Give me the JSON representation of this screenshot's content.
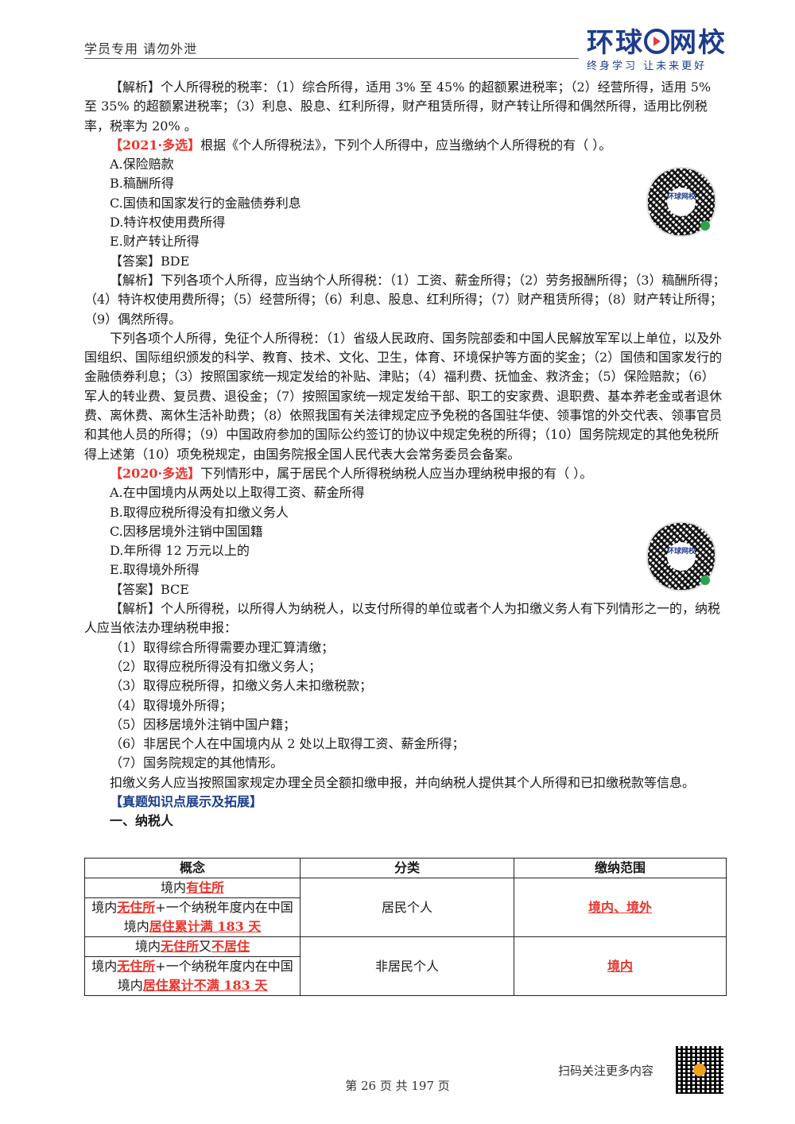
{
  "header": {
    "left_text": "学员专用 请勿外泄",
    "logo_text_1": "环球",
    "logo_text_2": "网校",
    "logo_slogan": "终身学习 让未来更好"
  },
  "content": {
    "p1": "【解析】个人所得税的税率：（1）综合所得，适用 3% 至 45% 的超额累进税率；（2）经营所得，适用 5% 至 35% 的超额累进税率；（3）利息、股息、红利所得，财产租赁所得，财产转让所得和偶然所得，适用比例税率，税率为 20% 。",
    "q1_tag": "【2021·多选】",
    "q1_text": "根据《个人所得税法》，下列个人所得中，应当缴纳个人所得税的有（ ）。",
    "q1_options": [
      "A.保险赔款",
      "B.稿酬所得",
      "C.国债和国家发行的金融债券利息",
      "D.特许权使用费所得",
      "E.财产转让所得"
    ],
    "q1_answer": "【答案】BDE",
    "q1_analysis_1": "【解析】下列各项个人所得，应当纳个人所得税：（1）工资、薪金所得；（2）劳务报酬所得；（3）稿酬所得；（4）特许权使用费所得；（5）经营所得；（6）利息、股息、红利所得；（7）财产租赁所得；（8）财产转让所得；（9）偶然所得。",
    "q1_analysis_2": "下列各项个人所得，免征个人所得税：（1）省级人民政府、国务院部委和中国人民解放军军以上单位，以及外国组织、国际组织颁发的科学、教育、技术、文化、卫生，体育、环境保护等方面的奖金；（2）国债和国家发行的金融债券利息；（3）按照国家统一规定发给的补贴、津贴；（4）福利费、抚恤金、救济金；（5）保险赔款；（6）军人的转业费、复员费、退役金；（7）按照国家统一规定发给干部、职工的安家费、退职费、基本养老金或者退休费、离休费、离休生活补助费；（8）依照我国有关法律规定应予免税的各国驻华使、领事馆的外交代表、领事官员和其他人员的所得；（9）中国政府参加的国际公约签订的协议中规定免税的所得；（10）国务院规定的其他免税所得上述第（10）项免税规定，由国务院报全国人民代表大会常务委员会备案。",
    "q2_tag": "【2020·多选】",
    "q2_text": "下列情形中，属于居民个人所得税纳税人应当办理纳税申报的有（ ）。",
    "q2_options": [
      "A.在中国境内从两处以上取得工资、薪金所得",
      "B.取得应税所得没有扣缴义务人",
      "C.因移居境外注销中国国籍",
      "D.年所得 12 万元以上的",
      "E.取得境外所得"
    ],
    "q2_answer": "【答案】BCE",
    "q2_analysis_1": "【解析】个人所得税，以所得人为纳税人，以支付所得的单位或者个人为扣缴义务人有下列情形之一的，纳税人应当依法办理纳税申报：",
    "q2_list": [
      "（1）取得综合所得需要办理汇算清缴；",
      "（2）取得应税所得没有扣缴义务人；",
      "（3）取得应税所得，扣缴义务人未扣缴税款；",
      "（4）取得境外所得；",
      "（5）因移居境外注销中国户籍；",
      "（6）非居民个人在中国境内从 2 处以上取得工资、薪金所得；",
      "（7）国务院规定的其他情形。"
    ],
    "q2_analysis_2": "扣缴义务人应当按照国家规定办理全员全额扣缴申报，并向纳税人提供其个人所得和已扣缴税款等信息。",
    "section_title": "【真题知识点展示及拓展】",
    "sub_title": "一、纳税人",
    "qr_label": "环球网校"
  },
  "table": {
    "headers": [
      "概念",
      "分类",
      "缴纳范围"
    ],
    "r1a_pre": "境内",
    "r1a_red": "有住所",
    "r1b_pre": "境内",
    "r1b_red1": "无住所",
    "r1b_mid": "+一个纳税年度内在中国境内",
    "r1b_red2": "居住累计满 183 天",
    "r1_class": "居民个人",
    "r1_scope": "境内、境外",
    "r2a_pre": "境内",
    "r2a_red1": "无住所",
    "r2a_mid": "又",
    "r2a_red2": "不居住",
    "r2b_pre": "境内",
    "r2b_red1": "无住所",
    "r2b_mid": "+一个纳税年度内在中国境内",
    "r2b_red2": "居住累计不满 183 天",
    "r2_class": "非居民个人",
    "r2_scope": "境内"
  },
  "footer": {
    "page": "第 26 页 共 197 页",
    "scan_text": "扫码关注更多内容"
  }
}
